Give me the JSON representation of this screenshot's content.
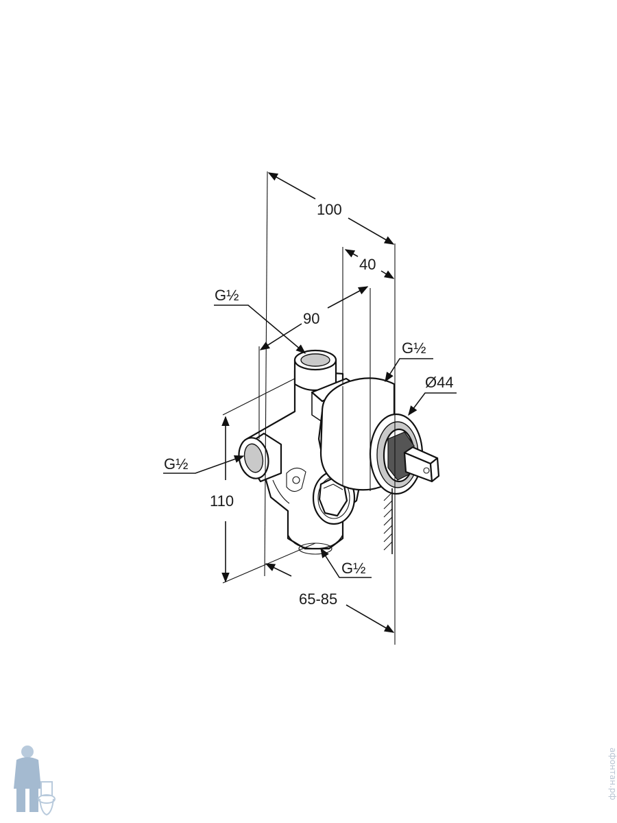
{
  "dimensions": {
    "width_total": "100",
    "depth_cap": "40",
    "width_body": "90",
    "height": "110",
    "install_depth": "65-85",
    "cap_diameter": "Ø44"
  },
  "connections": {
    "top": "G½",
    "left": "G½",
    "right": "G½",
    "bottom": "G½"
  },
  "watermark": {
    "text": "афонтан.рф",
    "logo_icon": "plumber-mascot-icon"
  },
  "colors": {
    "line": "#111111",
    "watermark": "#b8c4d2"
  }
}
